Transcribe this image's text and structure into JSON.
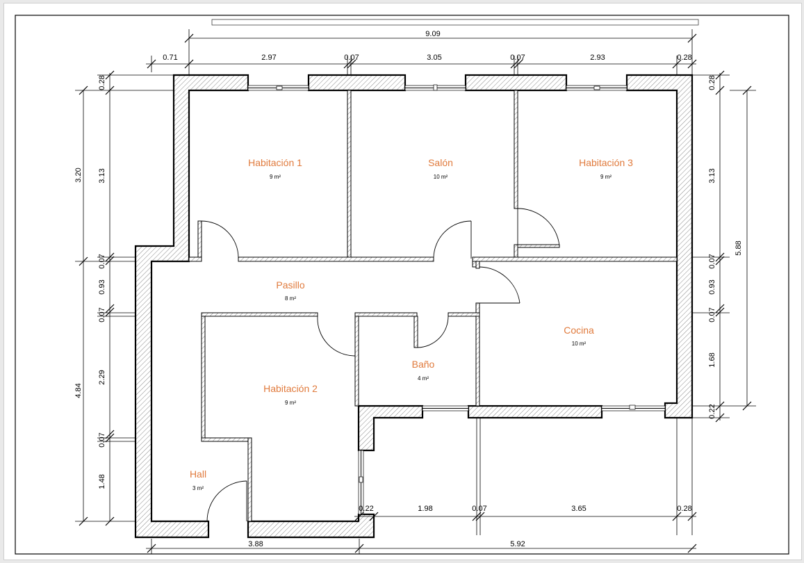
{
  "rooms": [
    {
      "name": "Habitación 1",
      "area": "9 m²"
    },
    {
      "name": "Salón",
      "area": "10 m²"
    },
    {
      "name": "Habitación 3",
      "area": "9 m²"
    },
    {
      "name": "Pasillo",
      "area": "8 m²"
    },
    {
      "name": "Cocina",
      "area": "10 m²"
    },
    {
      "name": "Baño",
      "area": "4 m²"
    },
    {
      "name": "Habitación 2",
      "area": "9 m²"
    },
    {
      "name": "Hall",
      "area": "3 m²"
    }
  ],
  "dims_top": {
    "overall": "9.09",
    "segments": [
      "0.71",
      "2.97",
      "0.07",
      "3.05",
      "0.07",
      "2.93",
      "0.28"
    ]
  },
  "dims_bottom": {
    "overall": [
      "3.88",
      "5.92"
    ],
    "segments": [
      "0.22",
      "1.98",
      "0.07",
      "3.65",
      "0.28"
    ]
  },
  "dims_left": {
    "outer": [
      "3.20",
      "4.84"
    ],
    "inner": [
      "0.28",
      "3.13",
      "0.07",
      "0.93",
      "0.07",
      "2.29",
      "0.07",
      "1.48"
    ]
  },
  "dims_right": {
    "outer": "5.88",
    "inner": [
      "0.28",
      "3.13",
      "0.07",
      "0.93",
      "0.07",
      "1.68",
      "0.22"
    ]
  }
}
